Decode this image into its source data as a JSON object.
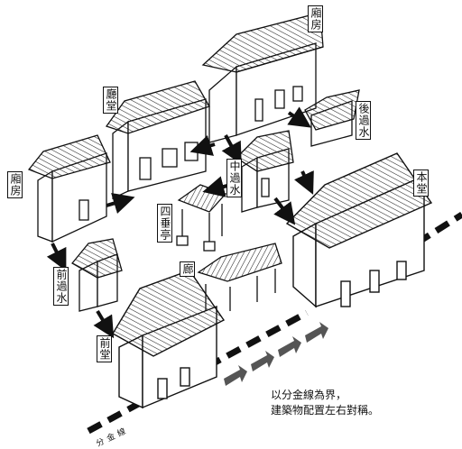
{
  "labels": {
    "xiangfang_top": "廂房",
    "tingtang": "廳堂",
    "xiangfang_left": "廂房",
    "houguoshui": "後過水",
    "zhongguoshui": "中過水",
    "sichuiting": "四垂亭",
    "benthang": "本堂",
    "qianguoshui": "前過水",
    "lang": "廊",
    "qiantang": "前堂"
  },
  "caption": {
    "line1": "以分金線為界，",
    "line2": "建築物配置左右對稱。"
  },
  "axis_label": "分金線",
  "colors": {
    "ink": "#111111",
    "arrow": "#555555",
    "paper": "#ffffff"
  }
}
